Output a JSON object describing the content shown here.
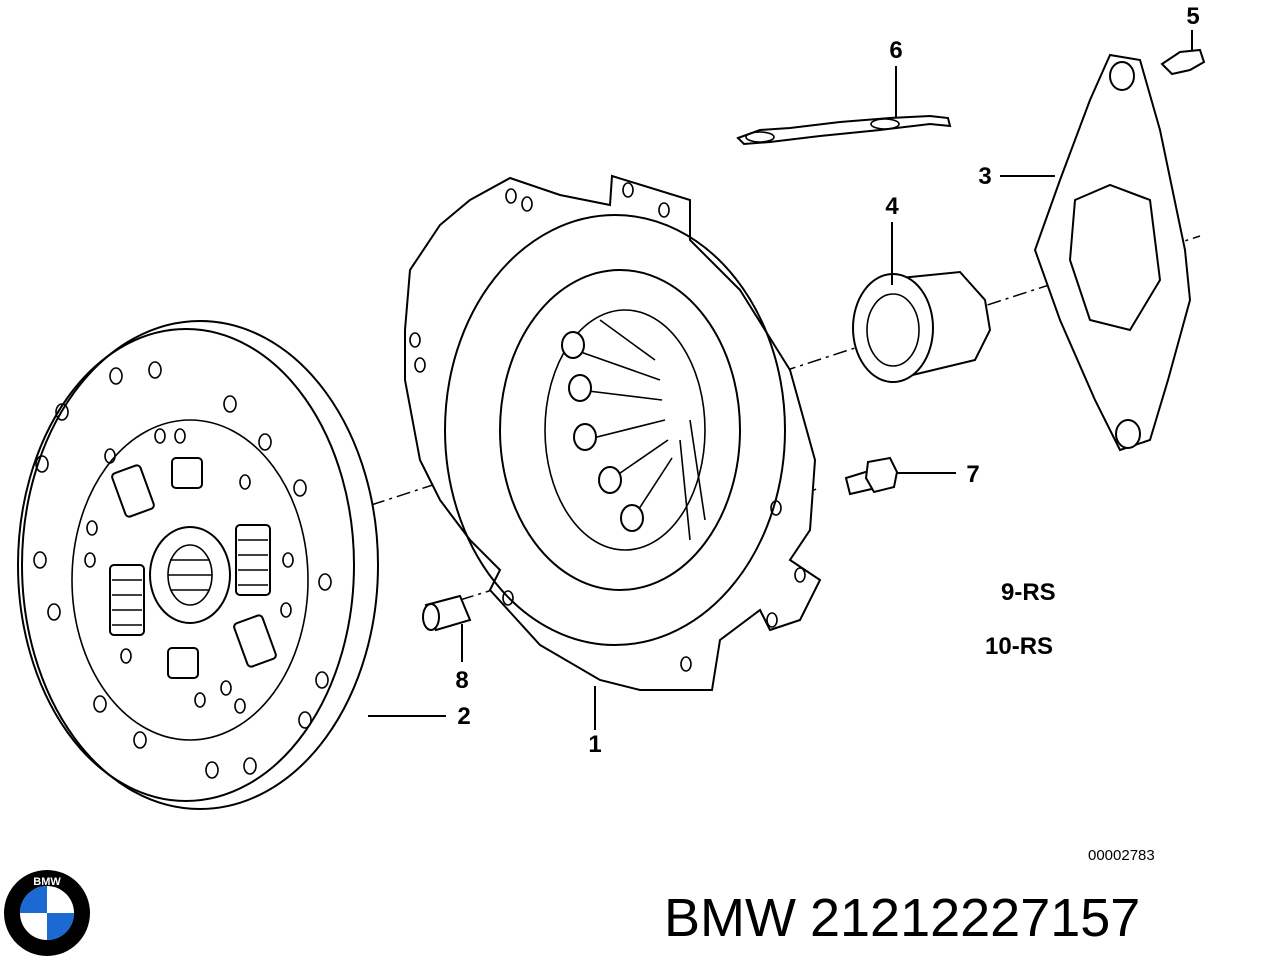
{
  "callouts": {
    "c1": "1",
    "c2": "2",
    "c3": "3",
    "c4": "4",
    "c5": "5",
    "c6": "6",
    "c7": "7",
    "c8": "8"
  },
  "notes": {
    "n9": "9-RS",
    "n10": "10-RS"
  },
  "drawing_number": "00002783",
  "caption": {
    "brand": "BMW",
    "part_number": "21212227157"
  },
  "logo": {
    "text": "BMW",
    "colors": {
      "blue": "#1c69d4",
      "white": "#ffffff",
      "ring": "#000000"
    }
  }
}
